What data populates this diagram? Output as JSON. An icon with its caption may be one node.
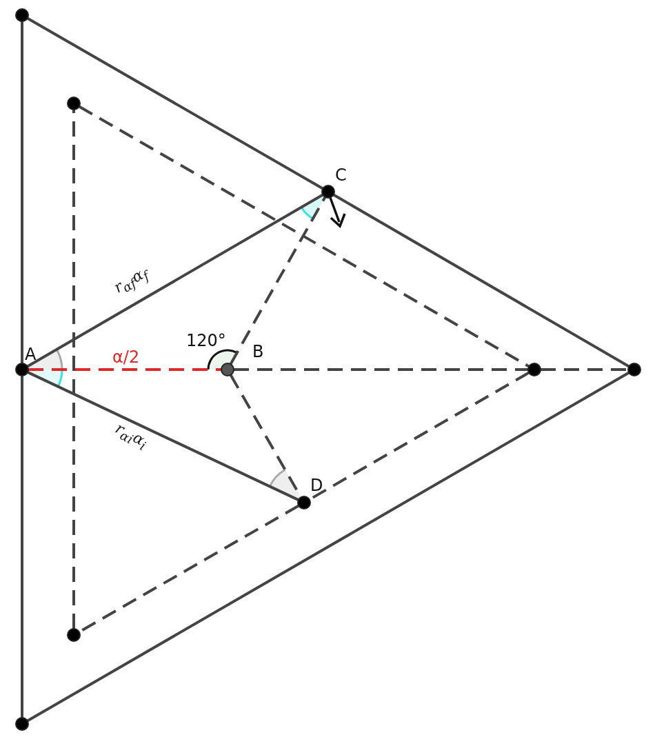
{
  "diagram": {
    "nodes": [
      {
        "text": [],
        "shape": "circle"
      },
      {
        "text": [],
        "shape": "circle"
      },
      {
        "text": [
          "C"
        ]
      },
      {
        "text": [
          "A"
        ]
      },
      {
        "text": [
          "B"
        ]
      },
      {
        "text": [],
        "shape": "circle"
      },
      {
        "text": [],
        "shape": "circle"
      },
      {
        "text": [
          "D"
        ]
      },
      {
        "text": [],
        "shape": "circle"
      },
      {
        "text": [],
        "shape": "circle"
      }
    ],
    "edges": [
      {
        "from": 0,
        "to": 2,
        "arrow": "none"
      },
      {
        "from": 2,
        "to": 6,
        "arrow": "none"
      },
      {
        "from": 6,
        "to": 9,
        "arrow": "none"
      },
      {
        "from": 9,
        "to": 3,
        "arrow": "none"
      },
      {
        "from": 3,
        "to": 0,
        "arrow": "none"
      },
      {
        "from": 1,
        "to": 5,
        "arrow": "none",
        "style": "dashed"
      },
      {
        "from": 5,
        "to": 7,
        "arrow": "none",
        "style": "dashed"
      },
      {
        "from": 7,
        "to": 8,
        "arrow": "none",
        "style": "dashed"
      },
      {
        "from": 8,
        "to": 1,
        "arrow": "none",
        "style": "dashed"
      },
      {
        "from": 3,
        "to": 2,
        "arrow": "none",
        "label": "r$_{αf}$α$_{f}$"
      },
      {
        "from": 3,
        "to": 7,
        "arrow": "none",
        "label": "r$_{αi}$α$_{i}$"
      },
      {
        "from": 3,
        "to": 4,
        "arrow": "none",
        "style": "dashed",
        "color": "#e02828",
        "label": "α/2"
      },
      {
        "from": 4,
        "to": 2,
        "arrow": "none",
        "style": "dashed"
      },
      {
        "from": 4,
        "to": 7,
        "arrow": "none",
        "style": "dashed"
      },
      {
        "from": 4,
        "to": 5,
        "arrow": "none",
        "style": "dashed"
      },
      {
        "from": 5,
        "to": 6,
        "arrow": "none",
        "style": "dashed"
      }
    ],
    "labels": [
      "120°"
    ]
  }
}
